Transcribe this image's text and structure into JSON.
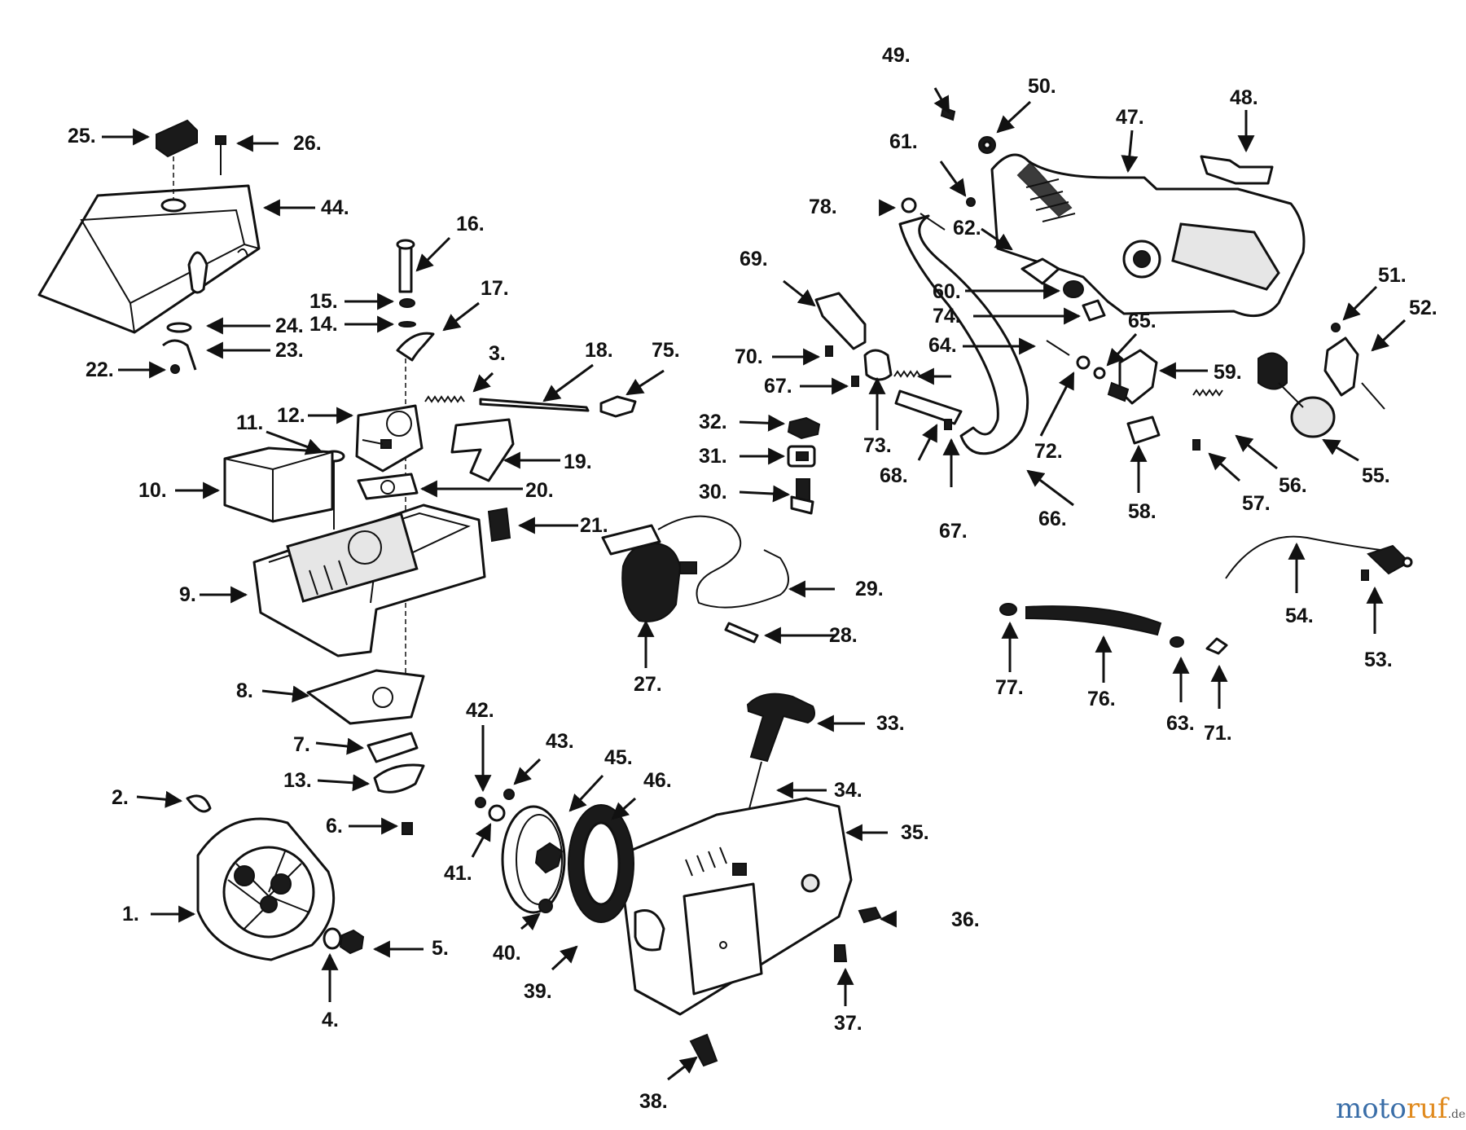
{
  "labels": {
    "p1": "1.",
    "p2": "2.",
    "p3": "3.",
    "p4": "4.",
    "p5": "5.",
    "p6": "6.",
    "p7": "7.",
    "p8": "8.",
    "p9": "9.",
    "p10": "10.",
    "p11": "11.",
    "p12": "12.",
    "p13": "13.",
    "p14": "14.",
    "p15": "15.",
    "p16": "16.",
    "p17": "17.",
    "p18": "18.",
    "p19": "19.",
    "p20": "20.",
    "p21": "21.",
    "p22": "22.",
    "p23": "23.",
    "p24": "24.",
    "p25": "25.",
    "p26": "26.",
    "p27": "27.",
    "p28": "28.",
    "p29": "29.",
    "p30": "30.",
    "p31": "31.",
    "p32": "32.",
    "p33": "33.",
    "p34": "34.",
    "p35": "35.",
    "p36": "36.",
    "p37": "37.",
    "p38": "38.",
    "p39": "39.",
    "p40": "40.",
    "p41": "41.",
    "p42": "42.",
    "p43": "43.",
    "p44": "44.",
    "p45": "45.",
    "p46": "46.",
    "p47": "47.",
    "p48": "48.",
    "p49": "49.",
    "p50": "50.",
    "p51": "51.",
    "p52": "52.",
    "p53": "53.",
    "p54": "54.",
    "p55": "55.",
    "p56": "56.",
    "p57": "57.",
    "p58": "58.",
    "p59": "59.",
    "p60": "60.",
    "p61": "61.",
    "p62": "62.",
    "p63": "63.",
    "p64": "64.",
    "p65": "65.",
    "p66": "66.",
    "p67a": "67.",
    "p67b": "67.",
    "p68": "68.",
    "p69": "69.",
    "p70": "70.",
    "p71": "71.",
    "p72": "72.",
    "p73": "73.",
    "p74": "74.",
    "p75": "75.",
    "p76": "76.",
    "p77": "77.",
    "p78": "78."
  },
  "watermark": {
    "brand_a": "moto",
    "brand_b": "ruf",
    "suffix": ".de"
  },
  "colors": {
    "ink": "#111111",
    "watermark_blue": "#3a6ea8",
    "watermark_orange": "#e08a1e"
  }
}
